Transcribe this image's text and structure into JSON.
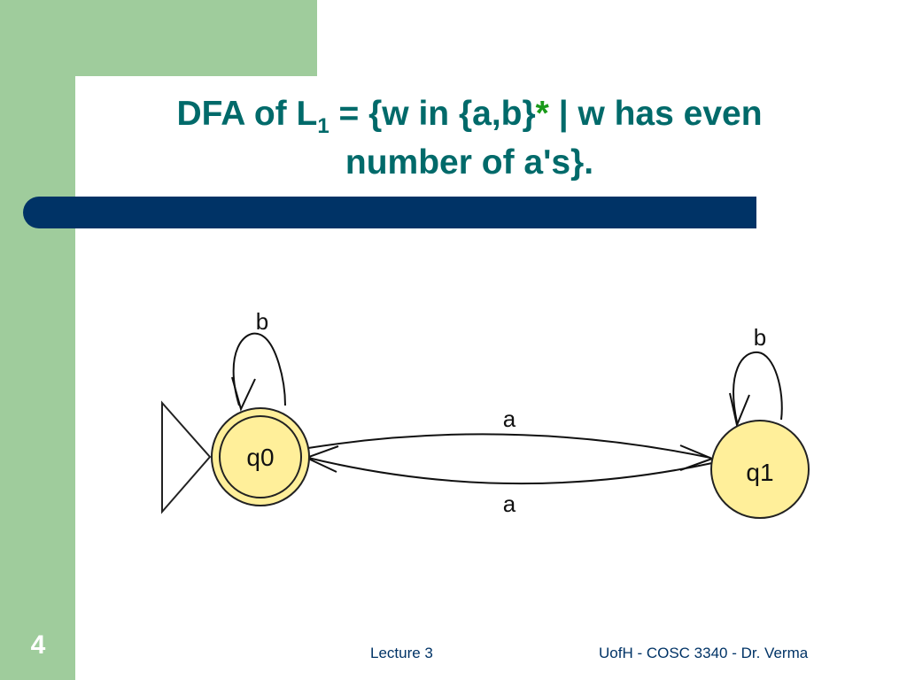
{
  "slide": {
    "title_prefix": "DFA of L",
    "title_subscript": "1",
    "title_mid": " = {w in {a,b}",
    "title_star": "*",
    "title_end": " | w has even",
    "title_line2": "number of a's}.",
    "number": "4"
  },
  "footer": {
    "lecture": "Lecture 3",
    "course": "UofH - COSC 3340 - Dr. Verma"
  },
  "automaton": {
    "states": [
      {
        "id": "q0",
        "label": "q0",
        "start": true,
        "accepting": true
      },
      {
        "id": "q1",
        "label": "q1",
        "start": false,
        "accepting": false
      }
    ],
    "transitions": [
      {
        "from": "q0",
        "to": "q0",
        "label": "b"
      },
      {
        "from": "q1",
        "to": "q1",
        "label": "b"
      },
      {
        "from": "q0",
        "to": "q1",
        "label": "a"
      },
      {
        "from": "q1",
        "to": "q0",
        "label": "a"
      }
    ]
  },
  "colors": {
    "sidebar": "#9fcc9c",
    "title_text": "#006a6a",
    "star": "#1a9a1a",
    "title_bar": "#003366",
    "state_fill": "#ffef9a",
    "footer_text": "#003366"
  }
}
